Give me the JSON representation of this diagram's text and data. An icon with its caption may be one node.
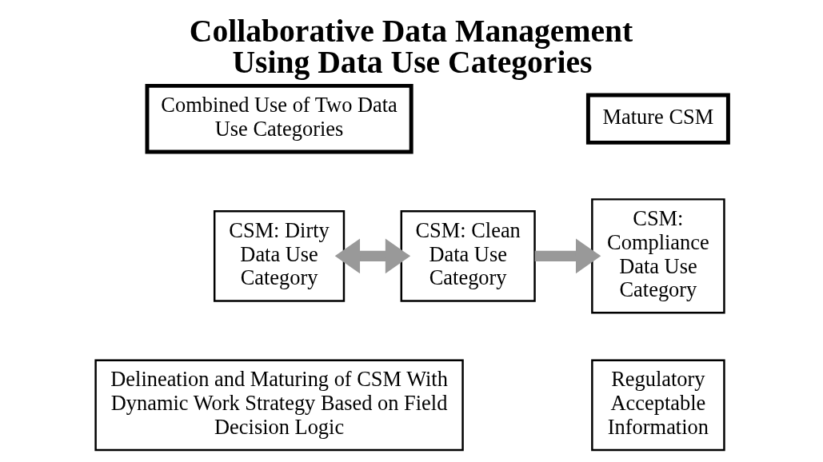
{
  "diagram": {
    "title": "Collaborative Data Management Using Data Use Categories",
    "nodes": [
      {
        "text": [
          "Combined Use of Two Data Use Categories"
        ]
      },
      {
        "text": [
          "CSM: Dirty Data Use Category"
        ]
      },
      {
        "text": [
          "CSM: Clean Data Use Category"
        ]
      },
      {
        "text": [
          "Delineation and Maturing of CSM With Dynamic Work Strategy Based on Field Decision Logic"
        ]
      },
      {
        "text": [
          "Mature CSM"
        ]
      },
      {
        "text": [
          "CSM: Compliance Data Use Category"
        ]
      },
      {
        "text": [
          "Regulatory Acceptable Information"
        ]
      }
    ],
    "edges": [
      {
        "from": 1,
        "to": 2,
        "arrow": "both",
        "color": "#999999"
      },
      {
        "from": 2,
        "to": 5,
        "arrow": "to",
        "color": "#999999"
      }
    ]
  }
}
